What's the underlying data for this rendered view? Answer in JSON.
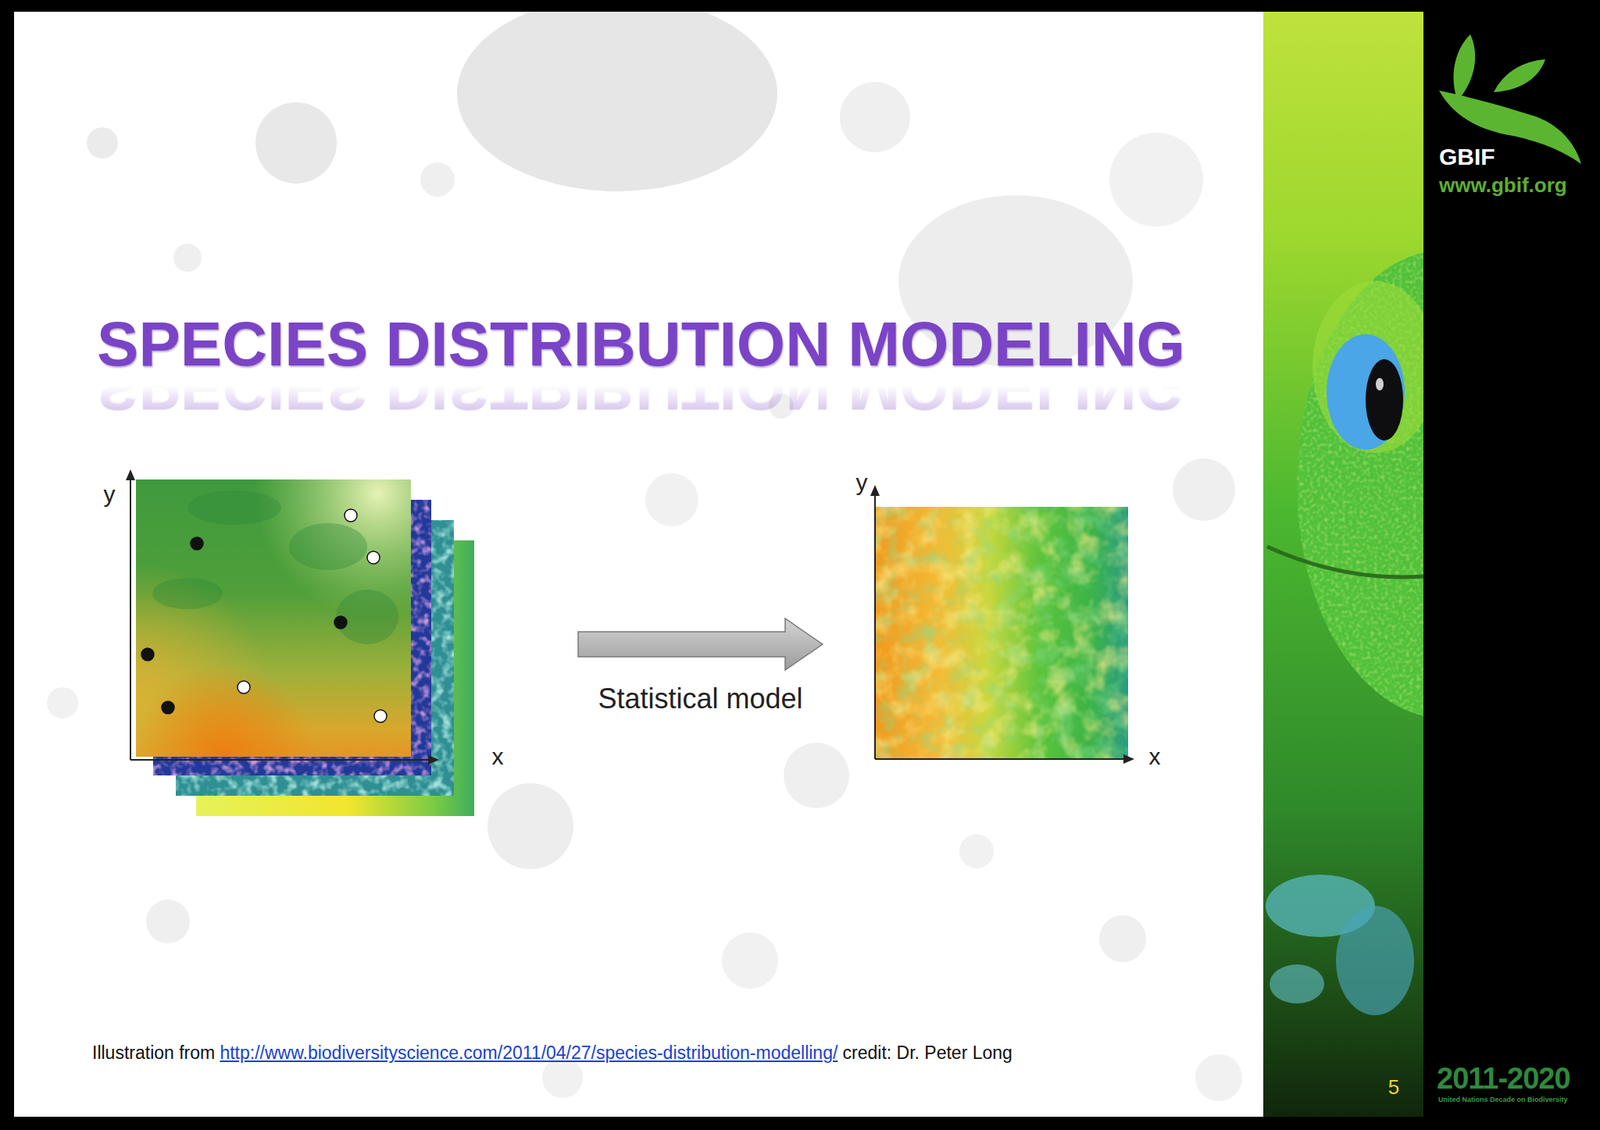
{
  "diagram": {
    "title": "SPECIES DISTRIBUTION MODELING",
    "nodes": [
      {
        "text": [
          "y",
          "x"
        ]
      },
      {
        "text": [
          "y",
          "x"
        ]
      }
    ],
    "edges": [
      {
        "from": 0,
        "to": 1,
        "arrow": "to",
        "label": "Statistical model"
      }
    ],
    "labels": [
      "Illustration from",
      "http://www.biodiversityscience.com/2011/04/27/species-distribution-modelling/",
      "credit: Dr. Peter Long",
      "GBIF",
      "www.gbif.org",
      "5",
      "2011-2020",
      "United Nations Decade on Biodiversity"
    ]
  }
}
